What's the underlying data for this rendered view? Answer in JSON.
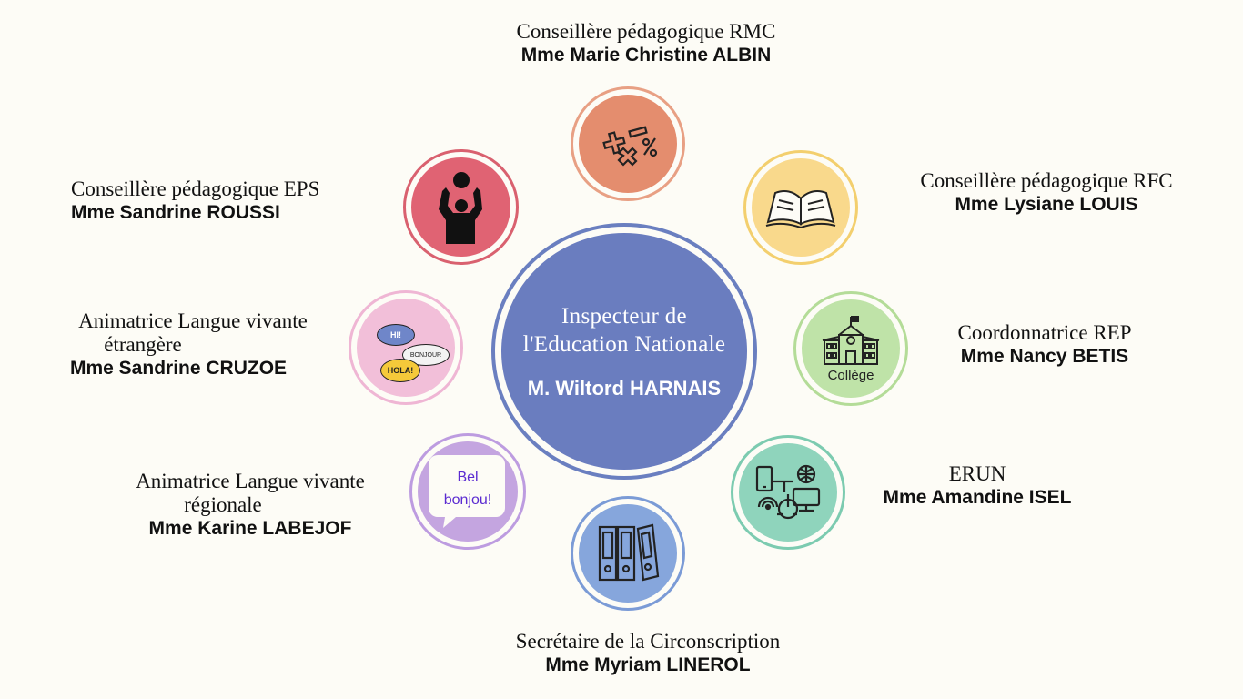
{
  "center": {
    "title_line1": "Inspecteur de",
    "title_line2": "l'Education Nationale",
    "name": "M. Wiltord HARNAIS"
  },
  "nodes": {
    "rmc": {
      "role": "Conseillère pédagogique RMC",
      "person": "Mme Marie Christine ALBIN",
      "icon": "math-operators-icon",
      "color": "#e48d6e"
    },
    "rfc": {
      "role": "Conseillère pédagogique RFC",
      "person": "Mme Lysiane LOUIS",
      "icon": "open-book-icon",
      "color": "#f9d98c"
    },
    "rep": {
      "role": "Coordonnatrice REP",
      "person": "Mme Nancy BETIS",
      "icon": "school-building-icon",
      "icon_text": "Collège",
      "color": "#bfe3a8"
    },
    "erun": {
      "role": "ERUN",
      "person": "Mme Amandine ISEL",
      "icon": "digital-devices-icon",
      "color": "#8fd4bc"
    },
    "secretary": {
      "role": "Secrétaire de la Circonscription",
      "person": "Mme Myriam LINEROL",
      "icon": "binders-icon",
      "color": "#86a6dc"
    },
    "lvr": {
      "role_line1": "Animatrice Langue vivante",
      "role_line2": "régionale",
      "person": "Mme Karine LABEJOF",
      "icon": "speech-bubble-icon",
      "bubble_line1": "Bel",
      "bubble_line2": "bonjou!",
      "color": "#c4a5e0"
    },
    "lve": {
      "role_line1": "Animatrice Langue vivante",
      "role_line2": "étrangère",
      "person": "Mme Sandrine CRUZOE",
      "icon": "greetings-bubbles-icon",
      "greet1": "HI!",
      "greet2": "BONJOUR",
      "greet3": "HOLA!",
      "color": "#f2bfd9"
    },
    "eps": {
      "role": "Conseillère pédagogique EPS",
      "person": "Mme Sandrine ROUSSI",
      "icon": "volleyball-player-icon",
      "color": "#e06373"
    }
  }
}
